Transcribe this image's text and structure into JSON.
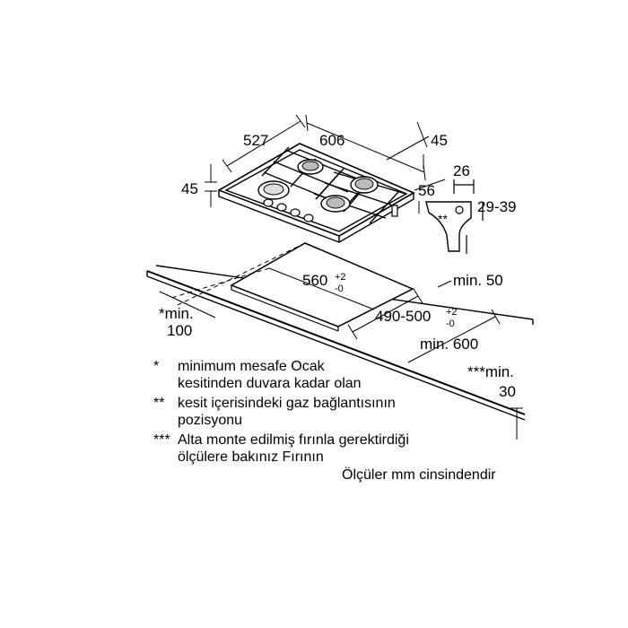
{
  "dimensions": {
    "hob_depth": "527",
    "hob_width": "606",
    "top_offset": "45",
    "left_height": "45",
    "side_depth": "56",
    "connector_width": "26",
    "connector_range": "29-39",
    "connector_mark": "**",
    "cutout_width_base": "560",
    "cutout_width_tol_plus": "+2",
    "cutout_width_tol_minus": "-0",
    "cutout_depth_base": "490-500",
    "cutout_depth_tol_plus": "+2",
    "cutout_depth_tol_minus": "-0",
    "back_min": "min. 50",
    "front_min": "min. 600",
    "side_min_mark": "*min.",
    "side_min_value": "100",
    "bottom_min_mark": "***min.",
    "bottom_min_value": "30"
  },
  "notes": [
    {
      "mark": "*",
      "lines": [
        "minimum mesafe Ocak",
        "kesitinden duvara kadar olan"
      ]
    },
    {
      "mark": "**",
      "lines": [
        "kesit içerisindeki gaz bağlantısının",
        "pozisyonu"
      ]
    },
    {
      "mark": "***",
      "lines": [
        "Alta monte edilmiş fırınla gerektirdiği",
        "ölçülere bakınız Fırının"
      ]
    }
  ],
  "units_note": "Ölçüler mm cinsindendir"
}
